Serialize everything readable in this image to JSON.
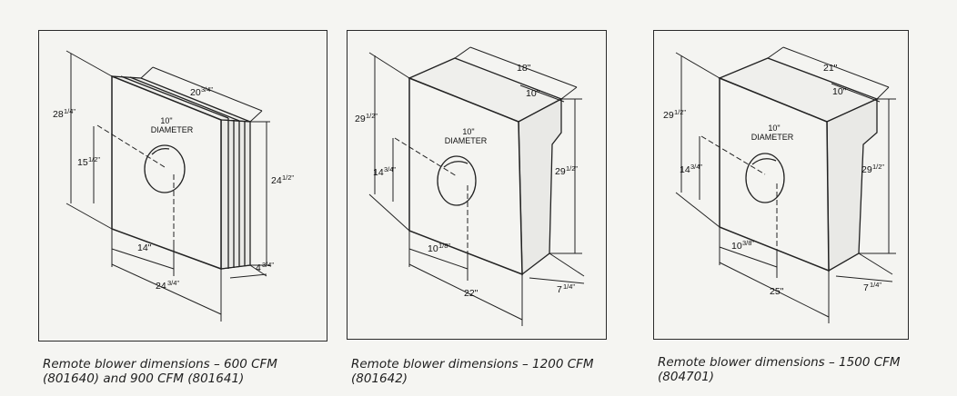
{
  "figures": [
    {
      "caption_line1": "Remote blower dimensions – 600 CFM",
      "caption_line2": "(801640) and  900 CFM (801641)",
      "diameter_value": "10\"",
      "diameter_word": "DIAMETER",
      "overall_height": "28",
      "overall_height_frac": "1/4\"",
      "center_height": "15",
      "center_height_frac": "1/2\"",
      "top_depth": "20",
      "top_depth_frac": "3/4\"",
      "side_height": "24",
      "side_height_frac": "1/2\"",
      "center_offset": "14\"",
      "base_width": "24",
      "base_width_frac": "3/4\"",
      "base_depth": "4",
      "base_depth_frac": "3/4\""
    },
    {
      "caption_line1": "Remote blower dimensions – 1200 CFM",
      "caption_line2": "(801642)",
      "diameter_value": "10\"",
      "diameter_word": "DIAMETER",
      "overall_height": "29",
      "overall_height_frac": "1/2\"",
      "center_height": "14",
      "center_height_frac": "3/4\"",
      "top_depth": "18\"",
      "collar_depth": "10\"",
      "side_height": "29",
      "side_height_frac": "1/2\"",
      "center_offset": "10",
      "center_offset_frac": "1/8\"",
      "base_width": "22\"",
      "base_depth": "7",
      "base_depth_frac": "1/4\""
    },
    {
      "caption_line1": "Remote blower dimensions – 1500 CFM",
      "caption_line2": "(804701)",
      "diameter_value": "10\"",
      "diameter_word": "DIAMETER",
      "overall_height": "29",
      "overall_height_frac": "1/2\"",
      "center_height": "14",
      "center_height_frac": "3/4\"",
      "top_depth": "21\"",
      "collar_depth": "10\"",
      "side_height": "29",
      "side_height_frac": "1/2\"",
      "center_offset": "10",
      "center_offset_frac": "3/8\"",
      "base_width": "25\"",
      "base_depth": "7",
      "base_depth_frac": "1/4\""
    }
  ]
}
